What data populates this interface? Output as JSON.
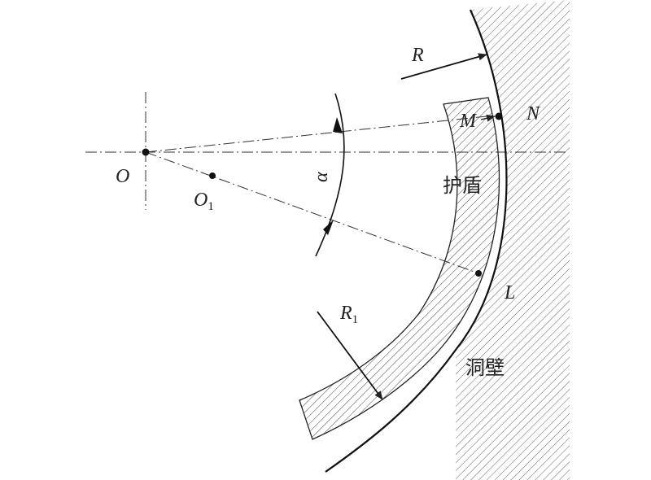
{
  "labels": {
    "R": "R",
    "M": "M",
    "N": "N",
    "O": "O",
    "O1_letter": "O",
    "O1_sub": "1",
    "alpha": "α",
    "shield": "护盾",
    "L": "L",
    "R1_letter": "R",
    "R1_sub": "1",
    "wall": "洞壁"
  },
  "colors": {
    "ink": "#222222",
    "background": "#ffffff"
  }
}
